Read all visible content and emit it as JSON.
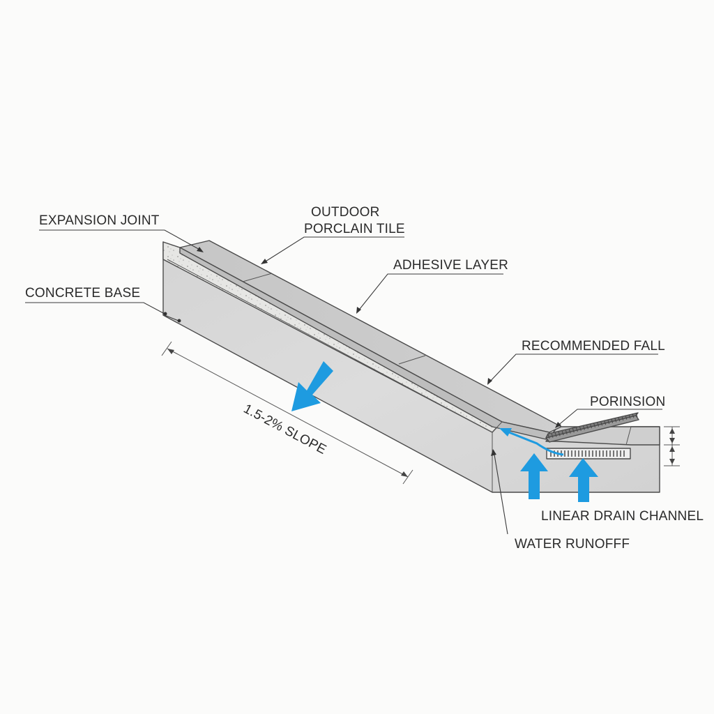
{
  "labels": {
    "expansion_joint": "EXPANSION JOINT",
    "outdoor_tile_line1": "OUTDOOR",
    "outdoor_tile_line2": "PORCLAIN TILE",
    "adhesive_layer": "ADHESIVE LAYER",
    "concrete_base": "CONCRETE BASE",
    "recommended_fall": "RECOMMENDED FALL",
    "porinsion": "PORINSION",
    "slope": "1.5-2% SLOPE",
    "linear_drain_channel": "LINEAR DRAIN CHANNEL",
    "water_runoff": "WATER RUNOFFF"
  },
  "colors": {
    "concrete": "#d9d9d9",
    "tile_top": "#c9c9c9",
    "adhesive": "#e4e4e2",
    "water_arrow": "#1e9be0",
    "line": "#3a3a3a"
  }
}
